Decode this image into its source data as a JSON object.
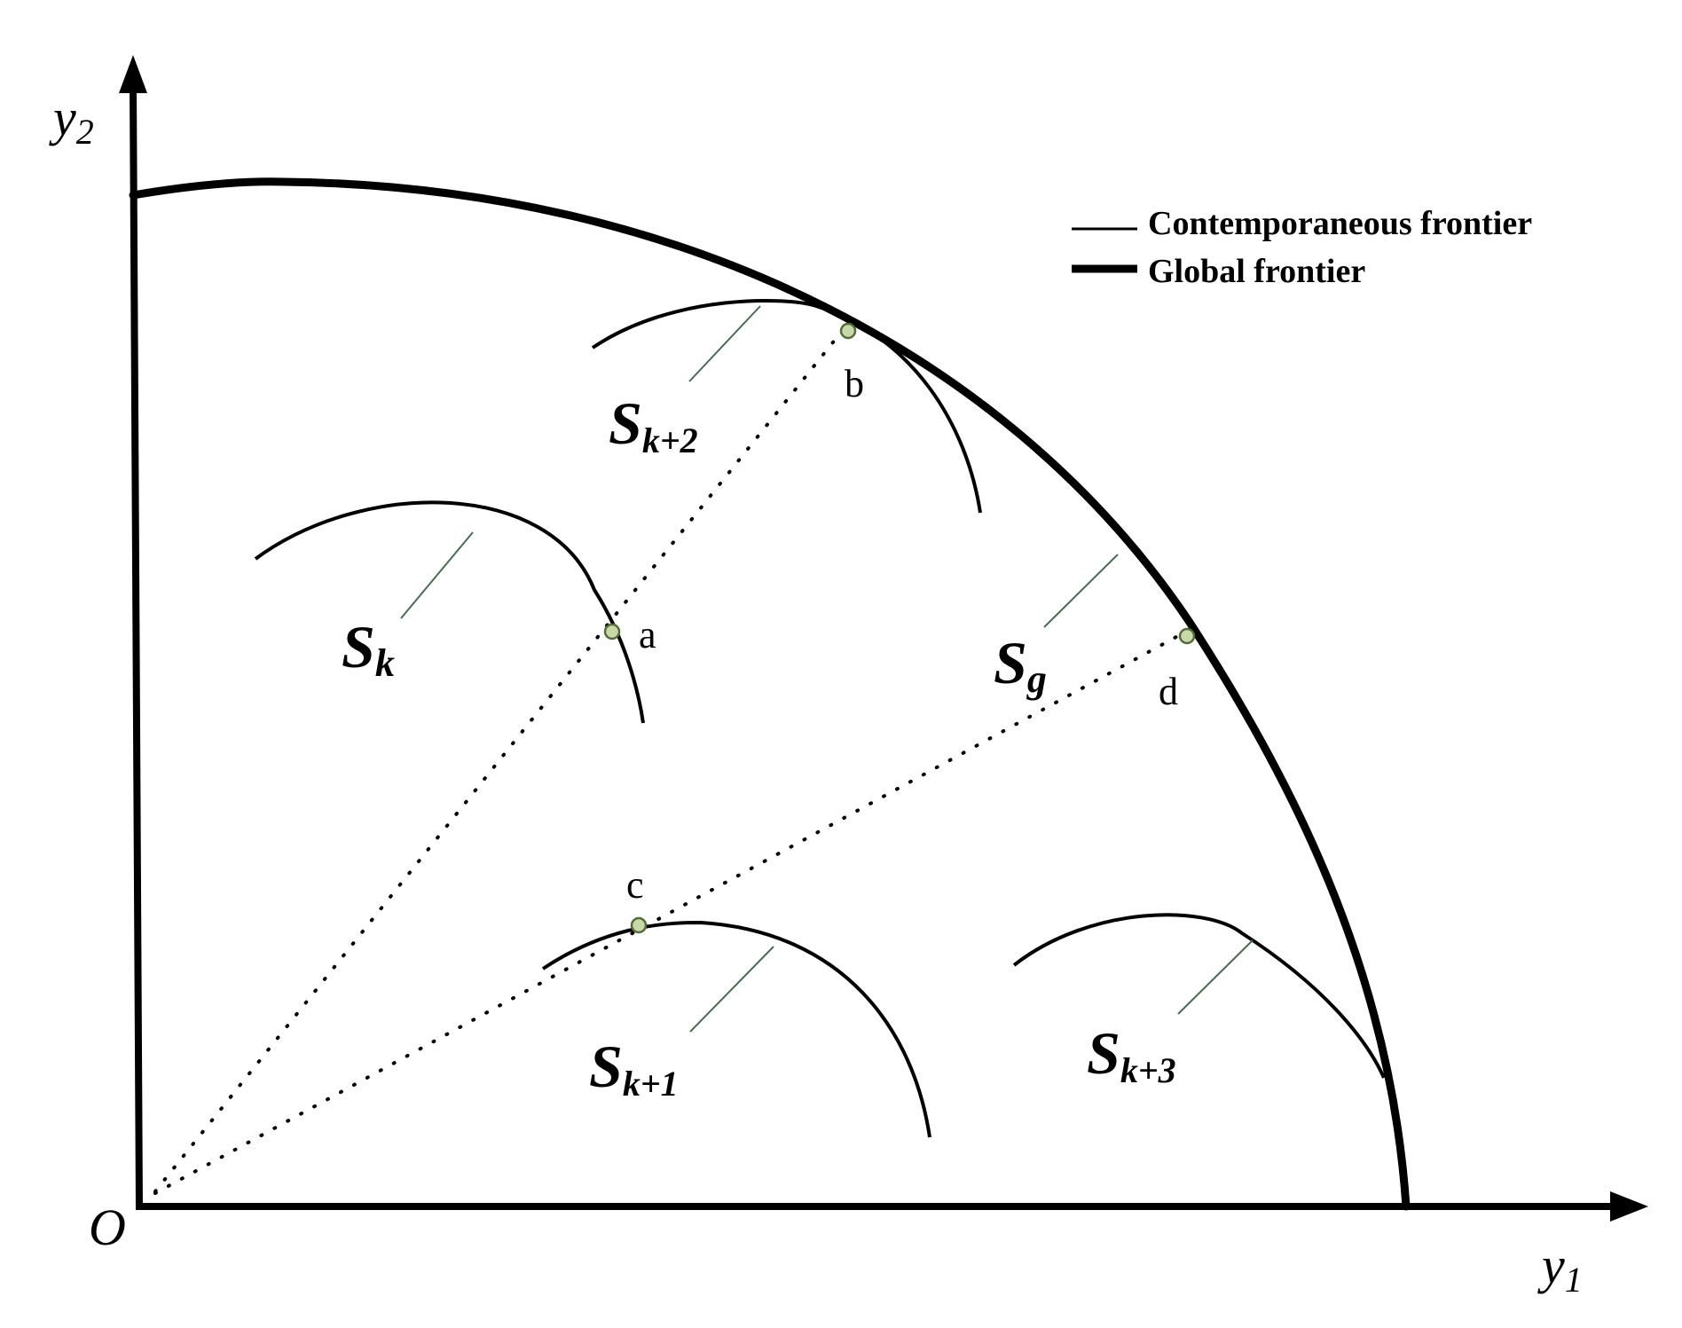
{
  "axes": {
    "y_label_main": "y",
    "y_label_sub": "2",
    "x_label_main": "y",
    "x_label_sub": "1",
    "origin_label": "O"
  },
  "legend": {
    "items": [
      {
        "label": "Contemporaneous frontier",
        "style": "thin"
      },
      {
        "label": "Global frontier",
        "style": "thick"
      }
    ]
  },
  "frontiers": [
    {
      "id": "sk",
      "label_main": "S",
      "label_sub": "k"
    },
    {
      "id": "sk2",
      "label_main": "S",
      "label_sub": "k+2"
    },
    {
      "id": "sk1",
      "label_main": "S",
      "label_sub": "k+1"
    },
    {
      "id": "sk3",
      "label_main": "S",
      "label_sub": "k+3"
    },
    {
      "id": "sg",
      "label_main": "S",
      "label_sub": "g"
    }
  ],
  "points": [
    {
      "id": "a",
      "label": "a"
    },
    {
      "id": "b",
      "label": "b"
    },
    {
      "id": "c",
      "label": "c"
    },
    {
      "id": "d",
      "label": "d"
    }
  ],
  "colors": {
    "line": "#000000",
    "marker_fill": "#c8d8a8",
    "marker_stroke": "#556b3a",
    "leader": "#4a6b55"
  }
}
